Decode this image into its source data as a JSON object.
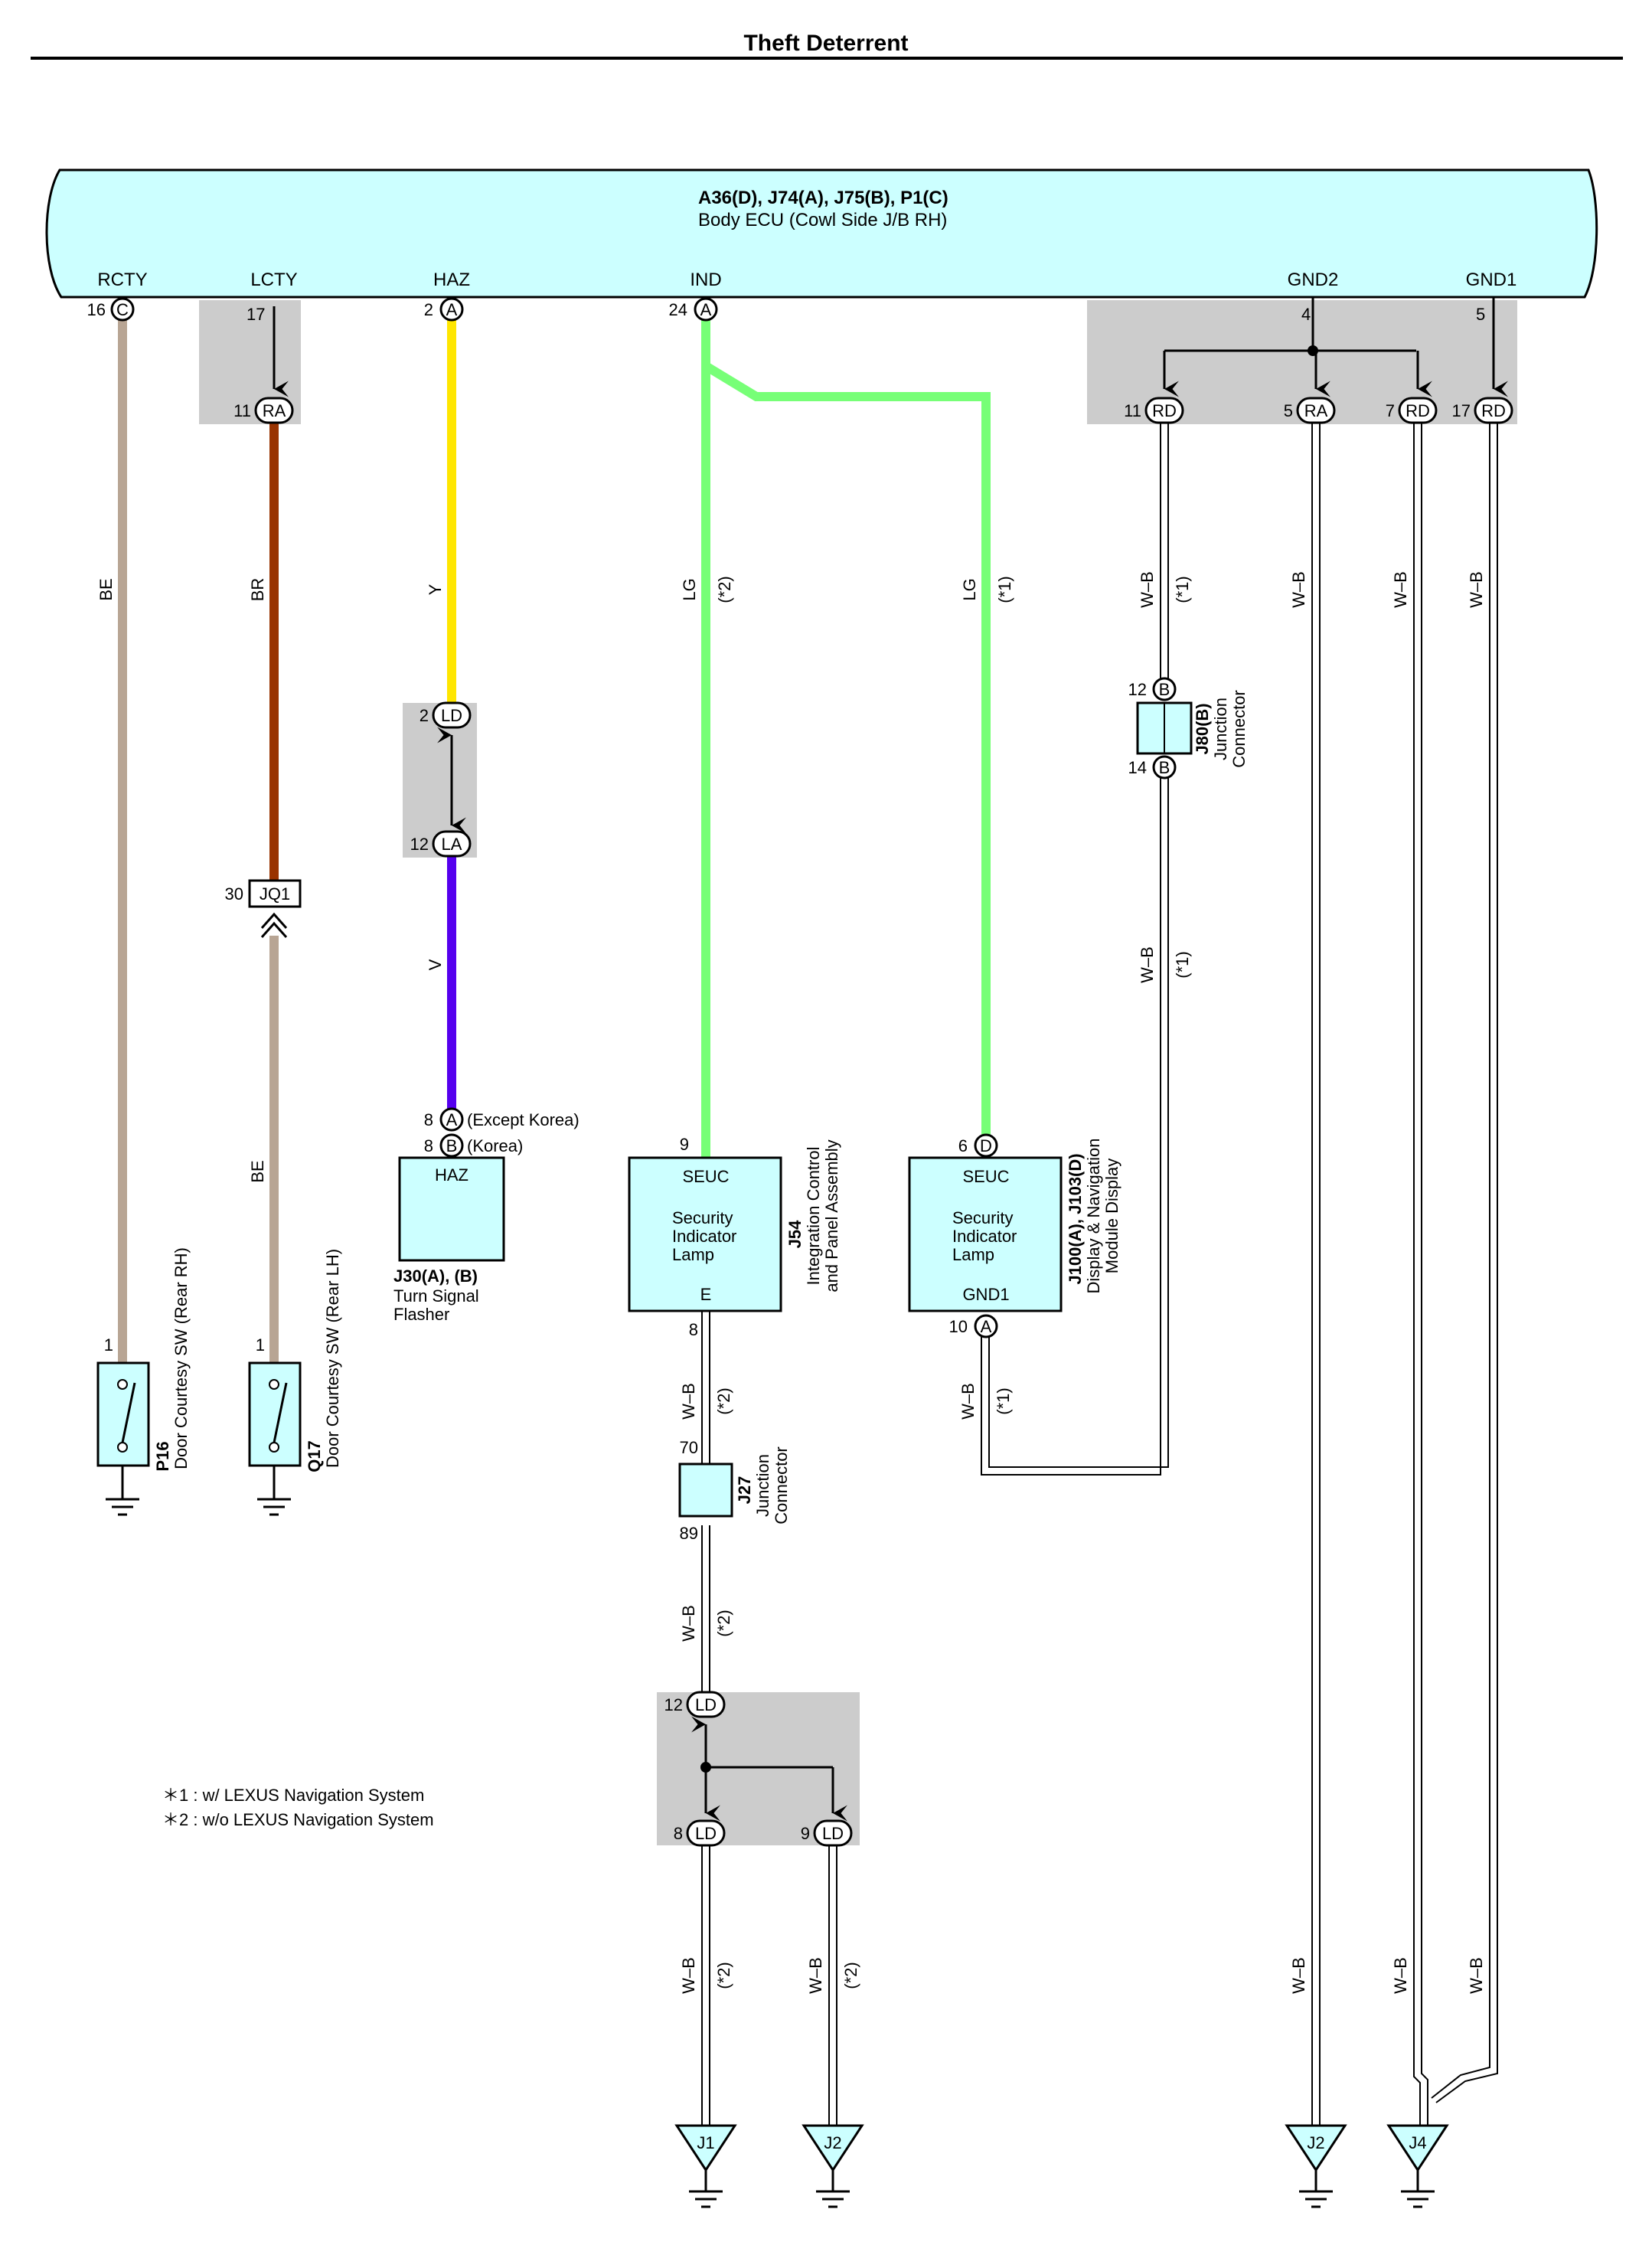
{
  "header": {
    "title": "Theft Deterrent"
  },
  "ecu": {
    "code": "A36(D), J74(A), J75(B), P1(C)",
    "name": "Body ECU (Cowl Side J/B RH)",
    "terminals": {
      "rcty": {
        "label": "RCTY",
        "pin": "16",
        "conn": "C"
      },
      "lcty": {
        "label": "LCTY",
        "pin": "17"
      },
      "haz": {
        "label": "HAZ",
        "pin": "2",
        "conn": "A"
      },
      "ind": {
        "label": "IND",
        "pin": "24",
        "conn": "A"
      },
      "gnd2": {
        "label": "GND2",
        "pin": "4"
      },
      "gnd1": {
        "label": "GND1",
        "pin": "5"
      }
    }
  },
  "connectors": {
    "ra_lcty": {
      "pin": "11",
      "conn": "RA"
    },
    "rd11": {
      "pin": "11",
      "conn": "RD"
    },
    "ra5": {
      "pin": "5",
      "conn": "RA"
    },
    "rd7": {
      "pin": "7",
      "conn": "RD"
    },
    "rd17": {
      "pin": "17",
      "conn": "RD"
    },
    "ld2": {
      "pin": "2",
      "conn": "LD"
    },
    "la12": {
      "pin": "12",
      "conn": "LA"
    },
    "jq1": {
      "pin": "30",
      "conn": "JQ1"
    },
    "haz_a": {
      "pin": "8",
      "conn": "A",
      "note": "(Except Korea)"
    },
    "haz_b": {
      "pin": "8",
      "conn": "B",
      "note": "(Korea)"
    },
    "j80_top": {
      "pin": "12",
      "conn": "B"
    },
    "j80_bot": {
      "pin": "14",
      "conn": "B"
    },
    "ld12": {
      "pin": "12",
      "conn": "LD"
    },
    "ld8": {
      "pin": "8",
      "conn": "LD"
    },
    "ld9": {
      "pin": "9",
      "conn": "LD"
    },
    "j100_d": {
      "pin": "6",
      "conn": "D"
    },
    "j100_a": {
      "pin": "10",
      "conn": "A"
    }
  },
  "wires": {
    "rcty_color": "BE",
    "lcty_upper": "BR",
    "lcty_lower": "BE",
    "haz_upper": "Y",
    "haz_lower": "V",
    "ind_left": "LG",
    "ind_left_note": "(*2)",
    "ind_right": "LG",
    "ind_right_note": "(*1)",
    "wb": "W–B",
    "note1": "(*1)",
    "note2": "(*2)"
  },
  "components": {
    "p16": {
      "pin": "1",
      "code": "P16",
      "name": "Door Courtesy SW (Rear RH)"
    },
    "q17": {
      "pin": "1",
      "code": "Q17",
      "name": "Door Courtesy SW (Rear LH)"
    },
    "j30": {
      "box": "HAZ",
      "code": "J30(A), (B)",
      "name1": "Turn Signal",
      "name2": "Flasher"
    },
    "j54": {
      "pin_top": "9",
      "pin_bot": "8",
      "term_top": "SEUC",
      "line1": "Security",
      "line2": "Indicator",
      "line3": "Lamp",
      "term_bot": "E",
      "code": "J54",
      "name1": "Integration Control",
      "name2": "and Panel Assembly"
    },
    "j100": {
      "term_top": "SEUC",
      "line1": "Security",
      "line2": "Indicator",
      "line3": "Lamp",
      "term_bot": "GND1",
      "code": "J100(A), J103(D)",
      "name1": "Display & Navigation",
      "name2": "Module Display"
    },
    "j80": {
      "code": "J80(B)",
      "name1": "Junction",
      "name2": "Connector"
    },
    "j27": {
      "pin_top": "70",
      "pin_bot": "89",
      "code": "J27",
      "name1": "Junction",
      "name2": "Connector"
    }
  },
  "grounds": {
    "j1": "J1",
    "j2a": "J2",
    "j2b": "J2",
    "j4": "J4"
  },
  "legend": {
    "line1": "＊1 : w/ LEXUS Navigation System",
    "line2": "＊2 : w/o LEXUS Navigation System"
  },
  "colors": {
    "ecu_fill": "#ccffff",
    "connector_shade": "#cccccc",
    "BE": "#b8a594",
    "BR": "#993300",
    "Y": "#ffe600",
    "V": "#5500ee",
    "LG": "#77ff77",
    "component_fill": "#ccffff"
  }
}
